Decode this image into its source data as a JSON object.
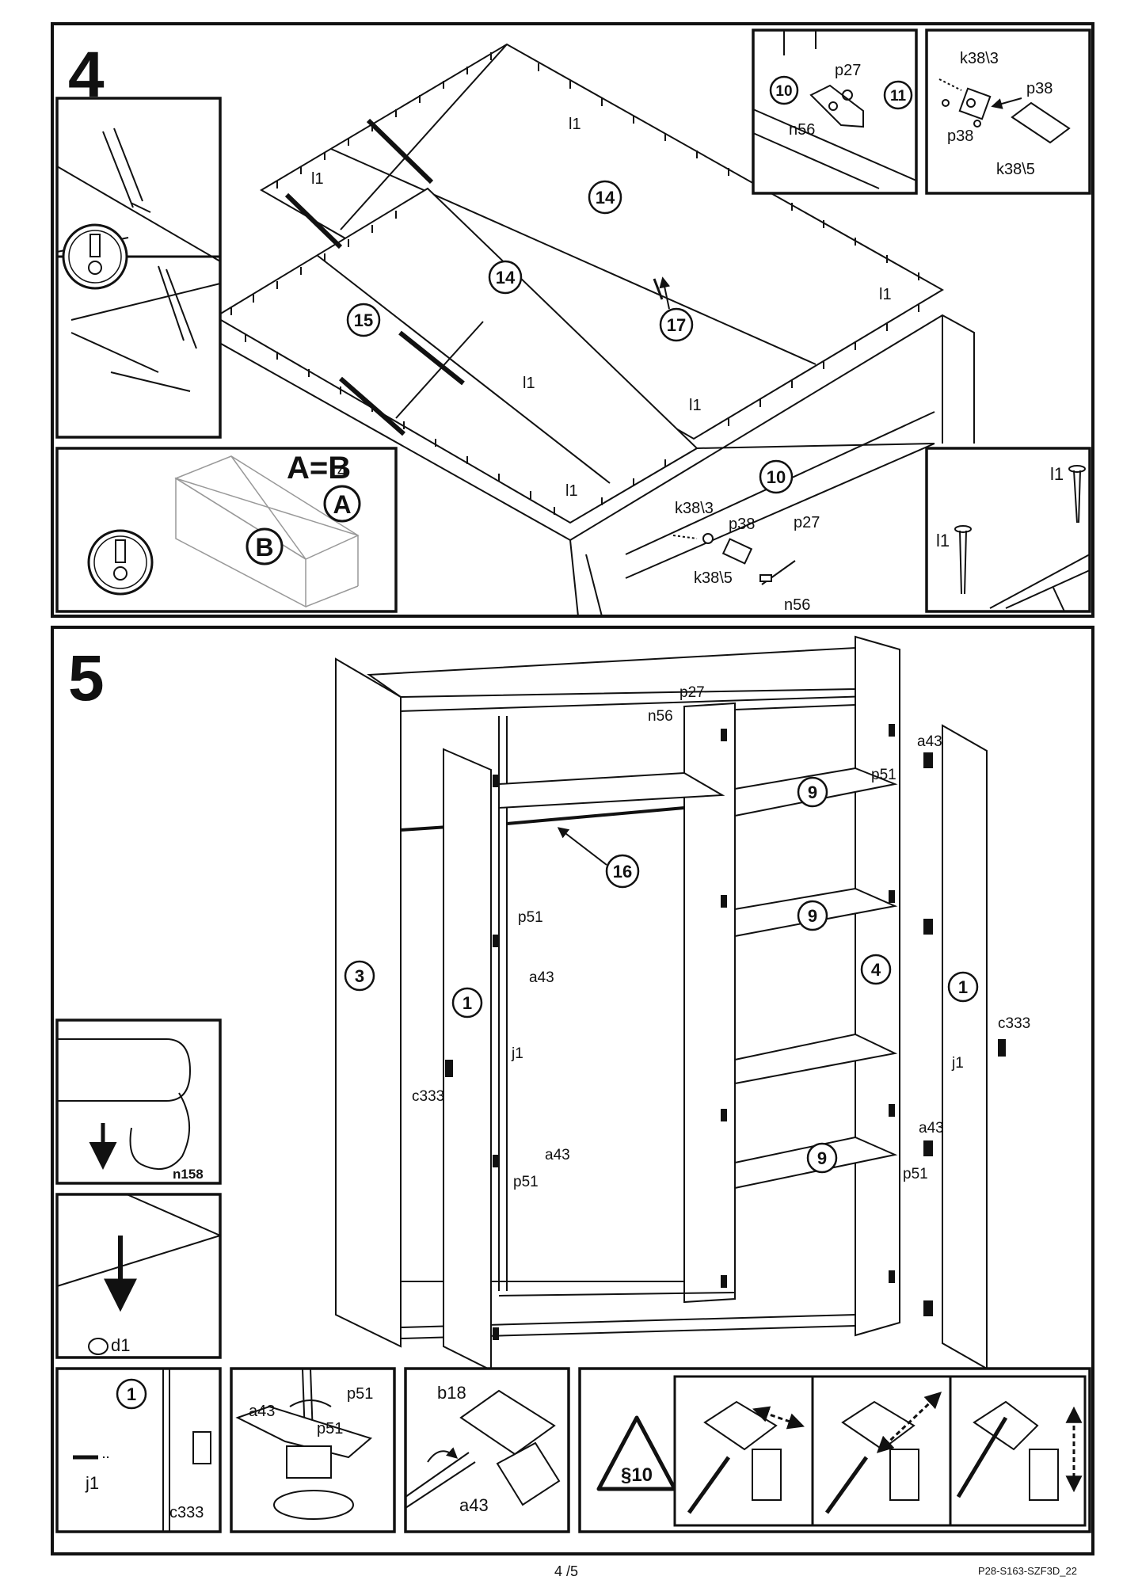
{
  "steps": [
    {
      "number": "4",
      "labels": [
        {
          "id": "l1-a",
          "text": "l1"
        },
        {
          "id": "l1-b",
          "text": "l1"
        },
        {
          "id": "l1-c",
          "text": "l1"
        },
        {
          "id": "l1-d",
          "text": "l1"
        },
        {
          "id": "l1-e",
          "text": "l1"
        },
        {
          "id": "l1-f",
          "text": "l1"
        }
      ],
      "parts": [
        {
          "id": "part-14-a",
          "text": "14"
        },
        {
          "id": "part-14-b",
          "text": "14"
        },
        {
          "id": "part-15",
          "text": "15"
        },
        {
          "id": "part-17",
          "text": "17"
        },
        {
          "id": "part-10",
          "text": "10"
        }
      ],
      "hardware_main": [
        {
          "id": "k38-3-main",
          "text": "k38\\3"
        },
        {
          "id": "p38-main",
          "text": "p38"
        },
        {
          "id": "p27-main",
          "text": "p27"
        },
        {
          "id": "k38-5-main",
          "text": "k38\\5"
        },
        {
          "id": "n56-main",
          "text": "n56"
        }
      ],
      "inset_bracket": {
        "part_a": "10",
        "part_b": "11",
        "p27": "p27",
        "n56": "n56"
      },
      "inset_cam": {
        "k38_3": "k38\\3",
        "p38_a": "p38",
        "p38_b": "p38",
        "k38_5": "k38\\5"
      },
      "inset_square": {
        "equation": "A=B",
        "a": "A",
        "b": "B",
        "stray": "4"
      },
      "inset_nails": {
        "nail_a": "l1",
        "nail_b": "l1"
      }
    },
    {
      "number": "5",
      "parts": [
        {
          "id": "part-3",
          "text": "3"
        },
        {
          "id": "part-1-left",
          "text": "1"
        },
        {
          "id": "part-1-right",
          "text": "1"
        },
        {
          "id": "part-4",
          "text": "4"
        },
        {
          "id": "part-16",
          "text": "16"
        },
        {
          "id": "part-9-top",
          "text": "9"
        },
        {
          "id": "part-9-mid",
          "text": "9"
        },
        {
          "id": "part-9-bot",
          "text": "9"
        }
      ],
      "hardware": [
        {
          "id": "p27-top",
          "text": "p27"
        },
        {
          "id": "n56-top",
          "text": "n56"
        },
        {
          "id": "a43-r-top",
          "text": "a43"
        },
        {
          "id": "p51-r-top",
          "text": "p51"
        },
        {
          "id": "p51-l-top",
          "text": "p51"
        },
        {
          "id": "a43-l-top",
          "text": "a43"
        },
        {
          "id": "j1-left",
          "text": "j1"
        },
        {
          "id": "c333-left",
          "text": "c333"
        },
        {
          "id": "a43-l-bot",
          "text": "a43"
        },
        {
          "id": "p51-l-bot",
          "text": "p51"
        },
        {
          "id": "c333-right",
          "text": "c333"
        },
        {
          "id": "j1-right",
          "text": "j1"
        },
        {
          "id": "a43-r-bot",
          "text": "a43"
        },
        {
          "id": "p51-r-bot",
          "text": "p51"
        }
      ],
      "inset_rail": {
        "code": "n158"
      },
      "inset_dowel": {
        "code": "d1"
      },
      "inset_handle": {
        "part": "1",
        "j1": "j1",
        "c333": "c333"
      },
      "inset_hinge": {
        "a43": "a43",
        "p51_a": "p51",
        "p51_b": "p51"
      },
      "inset_hinge_adjust": {
        "b18": "b18",
        "a43": "a43"
      },
      "inset_adjust": {
        "sign": "§10"
      }
    }
  ],
  "footer": {
    "page": "4 /5",
    "code": "P28-S163-SZF3D_22"
  }
}
